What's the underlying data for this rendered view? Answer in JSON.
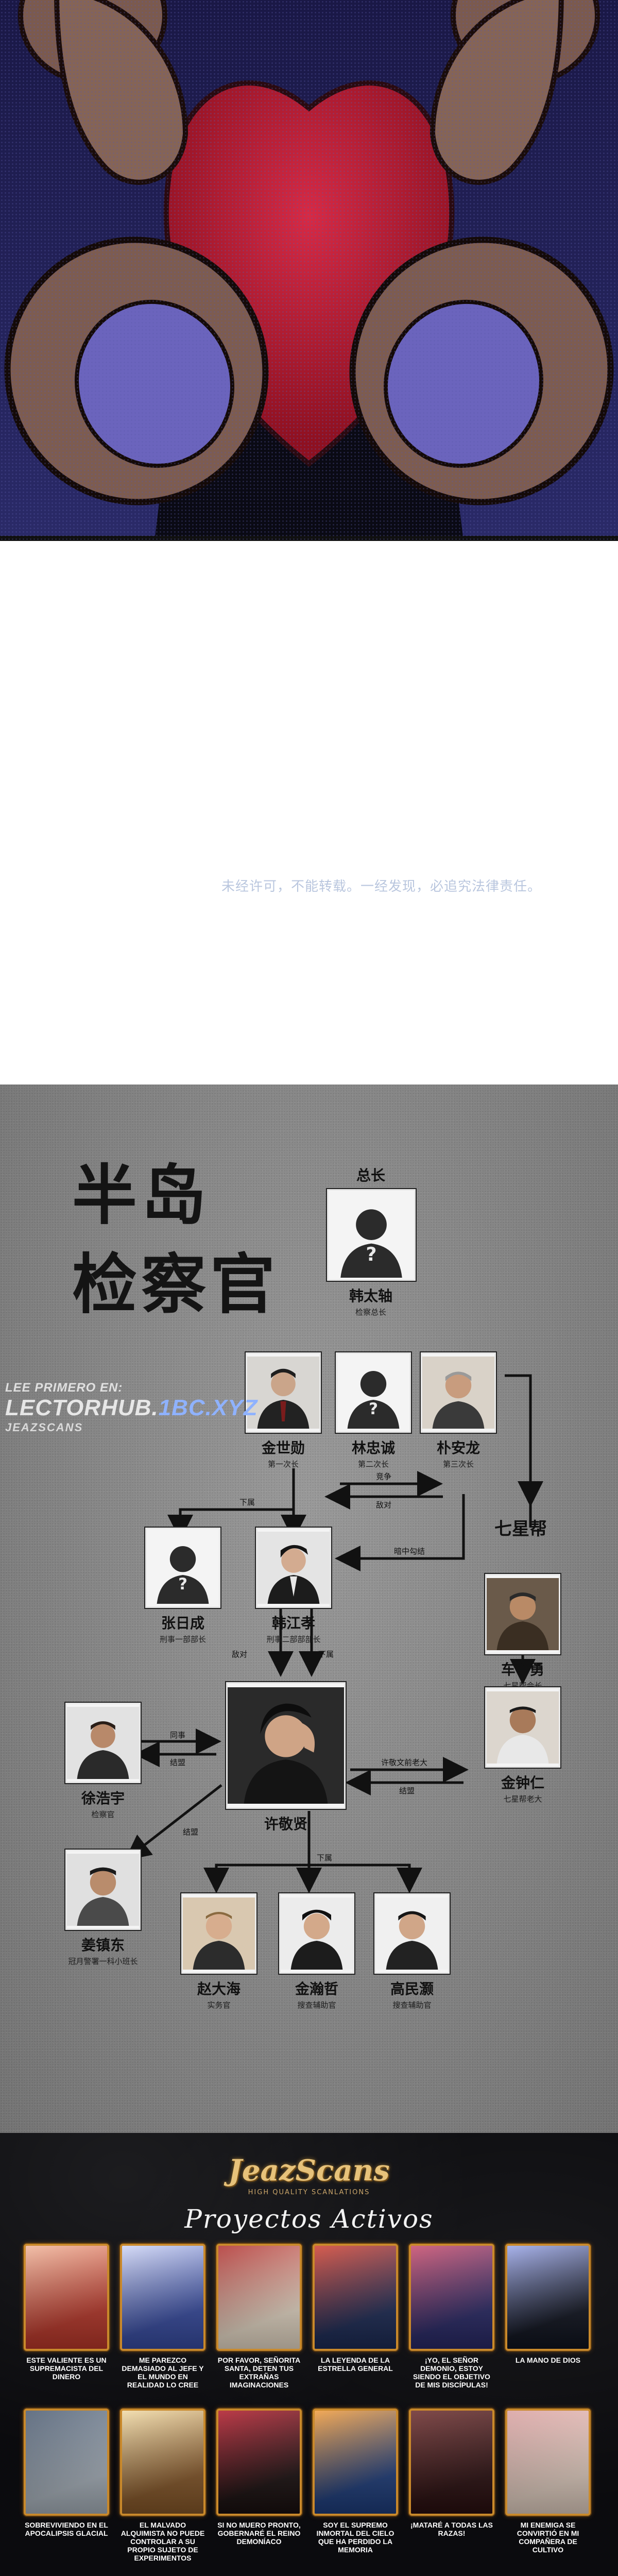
{
  "copyright_notice": "未经许可，不能转载。一经发现，必追究法律责任。",
  "org_chart": {
    "title_line_1": "半岛",
    "title_line_2": "检察官",
    "watermark": {
      "line1": "LEE PRIMERO EN:",
      "line2": "LECTORHUB.",
      "line2_accent": "1BC.XYZ",
      "line3": "JEAZSCANS"
    },
    "top_label": "总长",
    "people": {
      "han_taizhou": {
        "name": "韩太轴",
        "role": "检察总长"
      },
      "jin_shixun": {
        "name": "金世勋",
        "role": "第一次长"
      },
      "lin_zhongcheng": {
        "name": "林忠诚",
        "role": "第二次长"
      },
      "pu_anlong": {
        "name": "朴安龙",
        "role": "第三次长"
      },
      "zhang_richeng": {
        "name": "张日成",
        "role": "刑事一部部长"
      },
      "han_jiangxiao": {
        "name": "韩江孝",
        "role": "刑事二部部部长"
      },
      "che_zaiyong": {
        "name": "车宰勇",
        "role": "七星帮会长"
      },
      "xu_haoyu": {
        "name": "徐浩宇",
        "role": "检察官"
      },
      "xu_jingxian": {
        "name": "许敬贤",
        "role": ""
      },
      "jin_zhongren": {
        "name": "金钟仁",
        "role": "七星帮老大"
      },
      "jiang_zhendong": {
        "name": "姜镇东",
        "role": "冠月警署一科小班长"
      },
      "zhao_dahai": {
        "name": "赵大海",
        "role": "实务官"
      },
      "jin_hanzhe": {
        "name": "金瀚哲",
        "role": "搜查辅助官"
      },
      "gao_minhao": {
        "name": "高民灏",
        "role": "搜查辅助官"
      }
    },
    "group_label": "七星帮",
    "relations": {
      "xiashu_1": "下属",
      "jingzheng": "竞争",
      "dishi_1": "敌对",
      "anzhong_goujie": "暗中勾结",
      "dishi_2": "敌对",
      "xiashu_2": "下属",
      "xiashu_3": "下属",
      "tongshi": "同事",
      "jiemeng_1": "结盟",
      "jiemeng_2": "结盟",
      "xujingxian_jinzhongren": "许敬文前老大",
      "jiemeng_3": "结盟",
      "xiashu_4": "下属",
      "xiashu_5": "下属"
    }
  },
  "projects": {
    "logo_text": "JeazScans",
    "logo_sub": "HIGH QUALITY SCANLATIONS",
    "heading": "Proyectos Activos",
    "items": [
      {
        "title": "ESTE VALIENTE ES UN SUPREMACISTA DEL DINERO",
        "color_a": "#c23a2c",
        "color_b": "#f0b59a"
      },
      {
        "title": "ME PAREZCO DEMASIADO AL JEFE Y EL MUNDO EN REALIDAD LO CREE",
        "color_a": "#3a4fa8",
        "color_b": "#cfd5f5"
      },
      {
        "title": "POR FAVOR, SEÑORITA SANTA, DETEN TUS EXTRAÑAS IMAGINACIONES",
        "color_a": "#f1e3cf",
        "color_b": "#b0302e"
      },
      {
        "title": "LA LEYENDA DE LA ESTRELLA GENERAL",
        "color_a": "#1d2c58",
        "color_b": "#d04030"
      },
      {
        "title": "¡YO, EL SEÑOR DEMONIO, ESTOY SIENDO EL OBJETIVO DE MIS DISCÍPULAS!",
        "color_a": "#2a2a6a",
        "color_b": "#c84a6a"
      },
      {
        "title": "LA MANO DE DIOS",
        "color_a": "#101420",
        "color_b": "#9aa6e8"
      },
      {
        "title": "SOBREVIVIENDO EN EL APOCALIPSIS GLACIAL",
        "color_a": "#aeb8c2",
        "color_b": "#4a5a70"
      },
      {
        "title": "EL MALVADO ALQUIMISTA NO PUEDE CONTROLAR A SU PROPIO SUJETO DE EXPERIMENTOS",
        "color_a": "#8a5a2a",
        "color_b": "#f0d9a4"
      },
      {
        "title": "SI NO MUERO PRONTO, GOBERNARÉ EL REINO DEMONÍACO",
        "color_a": "#1a1010",
        "color_b": "#b01828"
      },
      {
        "title": "SOY EL SUPREMO INMORTAL DEL CIELO QUE HA PERDIDO LA MEMORIA",
        "color_a": "#1f3f80",
        "color_b": "#f09a3a"
      },
      {
        "title": "¡MATARÉ A TODAS LAS RAZAS!",
        "color_a": "#2b0f10",
        "color_b": "#6a2a2a"
      },
      {
        "title": "MI ENEMIGA SE CONVIRTIÓ EN MI COMPAÑERA DE CULTIVO",
        "color_a": "#ead6c8",
        "color_b": "#d9a0a0"
      }
    ]
  }
}
